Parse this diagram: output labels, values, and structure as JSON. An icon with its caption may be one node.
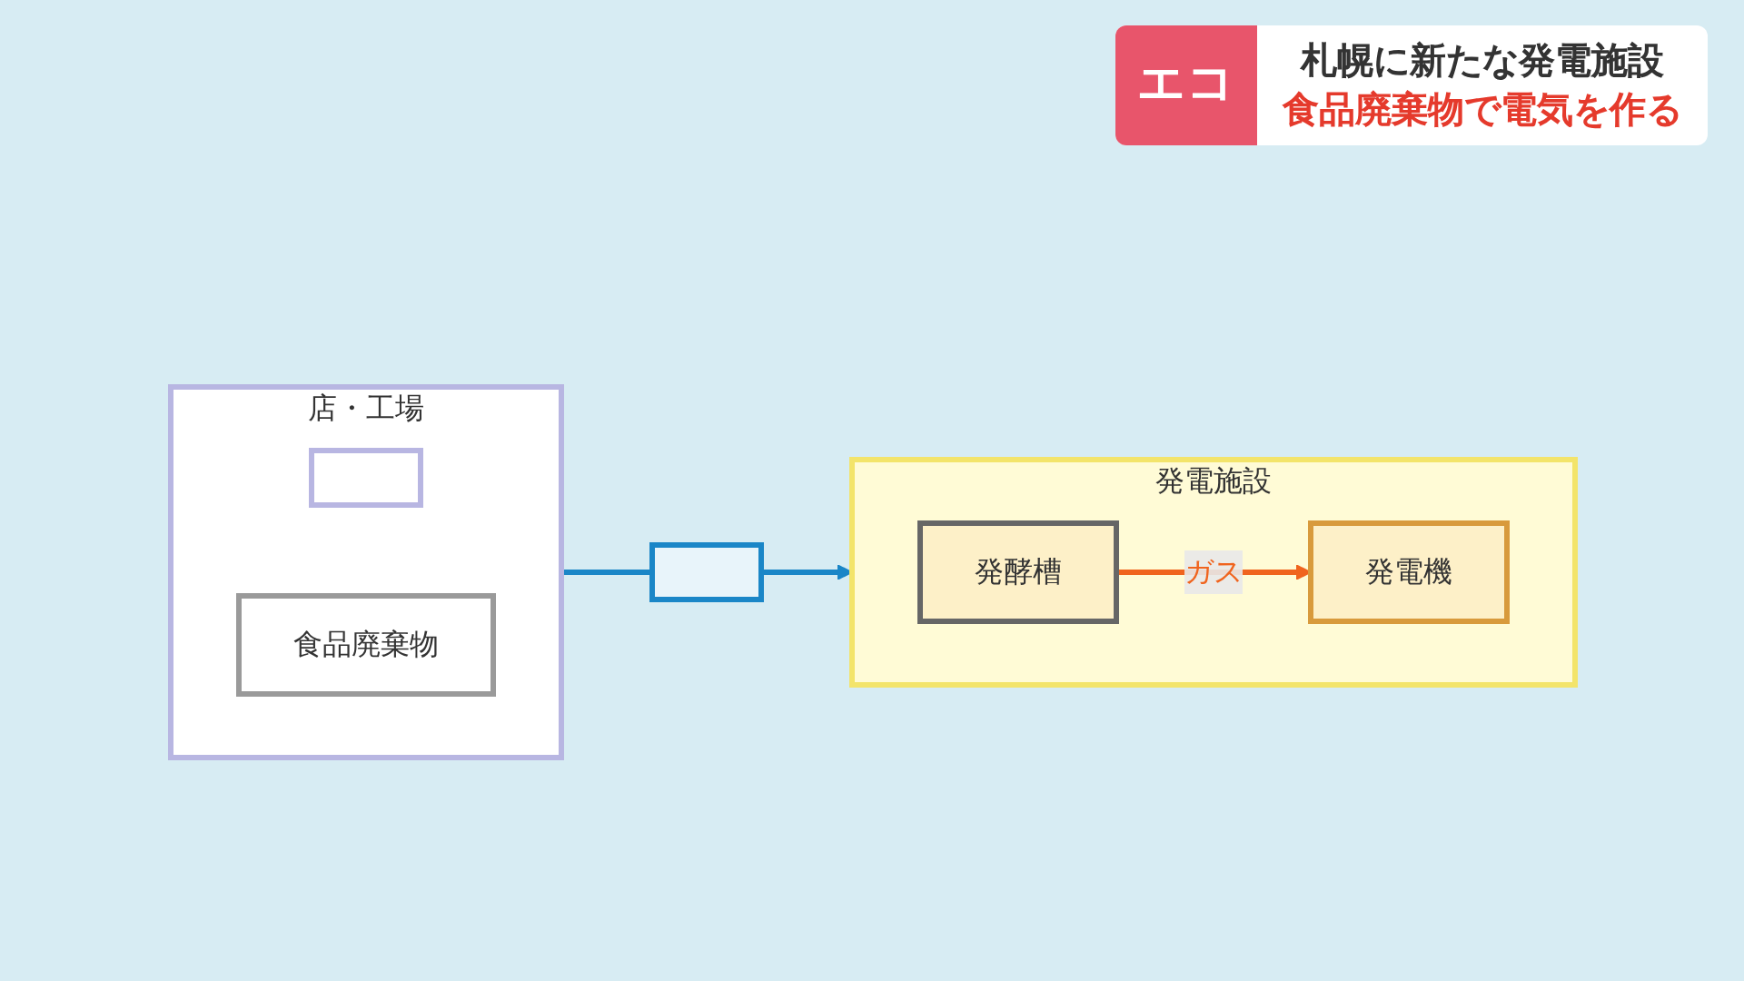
{
  "diagram": {
    "title": "札幌に新たな発電施設",
    "nodes": [
      {
        "text": [
          "店・工場"
        ]
      },
      {
        "text": [],
        "shape": "box",
        "in": 0
      },
      {
        "text": [
          "食品廃棄物"
        ],
        "in": 0
      },
      {
        "text": [],
        "shape": "box"
      },
      {
        "text": [
          "発電施設"
        ]
      },
      {
        "text": [
          "発酵槽"
        ],
        "in": 4
      },
      {
        "text": [
          "発電機"
        ],
        "in": 4
      }
    ],
    "edges": [
      {
        "from": 0,
        "to": 3,
        "arrow": "none"
      },
      {
        "from": 3,
        "to": 4,
        "arrow": "to"
      },
      {
        "from": 5,
        "to": 6,
        "arrow": "to",
        "label": "ガス",
        "color": "#f0641e"
      }
    ],
    "labels": [
      "エコ",
      "食品廃棄物で電気を作る"
    ]
  }
}
